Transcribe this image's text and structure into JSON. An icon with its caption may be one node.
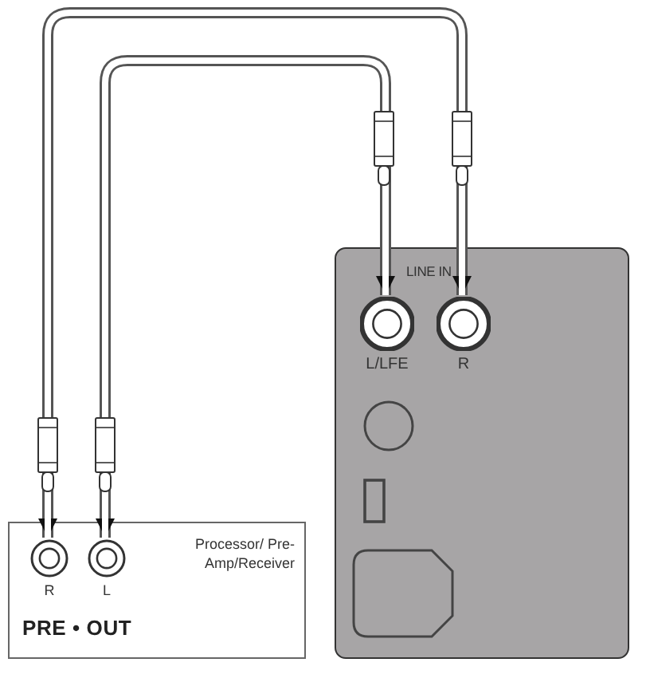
{
  "diagram": {
    "nodes": [
      {
        "text": [
          "Processor/ Pre-Amp/Receiver",
          "PRE • OUT"
        ]
      },
      {
        "text": [
          "R"
        ],
        "in": 0
      },
      {
        "text": [
          "L"
        ],
        "in": 0
      },
      {
        "text": [
          "LINE IN"
        ]
      },
      {
        "text": [
          "L/LFE"
        ],
        "in": 3
      },
      {
        "text": [
          "R"
        ],
        "in": 3
      }
    ],
    "edges": [
      {
        "from": 1,
        "to": 5,
        "arrow": "both"
      },
      {
        "from": 2,
        "to": 4,
        "arrow": "both"
      }
    ]
  }
}
